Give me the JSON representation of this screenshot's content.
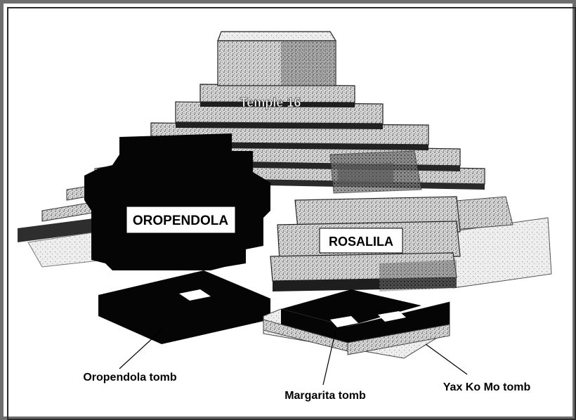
{
  "labels": {
    "temple": "Temple 16",
    "oropendola": "OROPENDOLA",
    "rosalila": "ROSALILA",
    "oropendola_tomb": "Oropendola tomb",
    "margarita_tomb": "Margarita tomb",
    "yax_ko_mo_tomb": "Yax Ko Mo tomb"
  },
  "colors": {
    "stone_light": "#c9c9c9",
    "stone_mid": "#9a9a9a",
    "stone_dark": "#3a3a3a",
    "oropendola_fill": "#050505",
    "label_box": "#ffffff",
    "frame": "#6e6e6e"
  }
}
